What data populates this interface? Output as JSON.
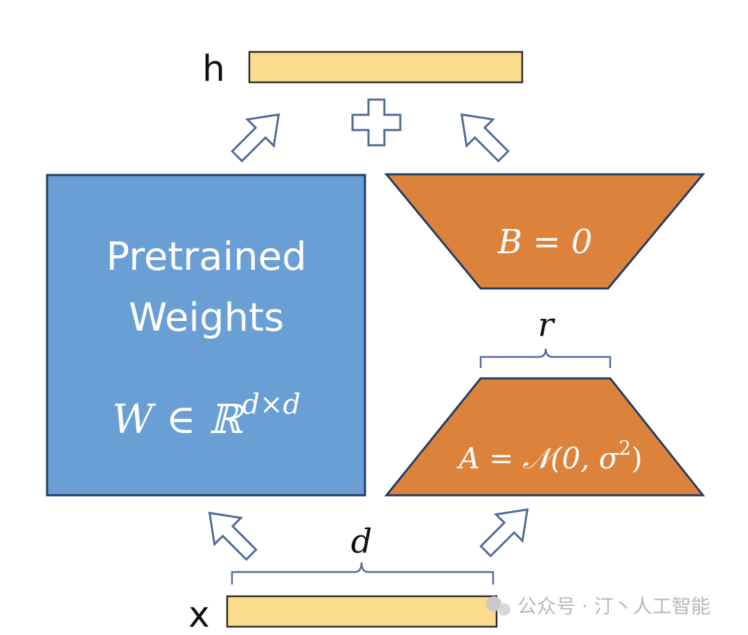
{
  "labels": {
    "h": "h",
    "x": "x",
    "d": "d",
    "r": "r"
  },
  "pretrained": {
    "line1": "Pretrained",
    "line2": "Weights",
    "formula_main": "W ∈ ℝ",
    "formula_sup": "d×d"
  },
  "lora_b": {
    "formula": "B = 0"
  },
  "lora_a": {
    "formula_prefix": "A = 𝒩(0, σ",
    "formula_sup": "2",
    "formula_suffix": ")"
  },
  "watermark": {
    "text": "公众号 · 汀丶人工智能"
  },
  "colors": {
    "blue": "#6a9fd6",
    "orange": "#dd823b",
    "bar": "#fbdc8c",
    "outline": "#243b64",
    "arrow": "#4f6a99"
  }
}
